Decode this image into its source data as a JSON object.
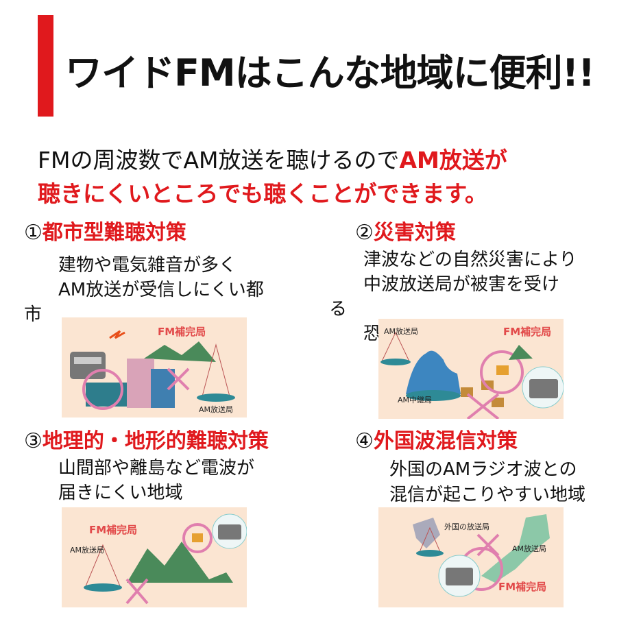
{
  "title": "ワイドFMはこんな地域に便利!!",
  "intro": {
    "line1_plain": "FMの周波数でAM放送を聴けるので",
    "line1_red": "AM放送が",
    "line2_red": "聴きにくいところでも聴くことができます。"
  },
  "sections": [
    {
      "num": "①",
      "heading": "都市型難聴対策",
      "desc": [
        "建物や電気雑音が多く",
        "AM放送が受信しにくい都",
        "市"
      ],
      "labels": {
        "fm": "FM補完局",
        "am": "AM放送局"
      }
    },
    {
      "num": "②",
      "heading": "災害対策",
      "desc": [
        "津波などの自然災害により",
        "中波放送局が被害を受け",
        "る",
        "恐"
      ],
      "labels": {
        "fm": "FM補完局",
        "am": "AM放送局",
        "relay": "AM中継局"
      }
    },
    {
      "num": "③",
      "heading": "地理的・地形的難聴対策",
      "desc": [
        "山間部や離島など電波が",
        "届きにくい地域"
      ],
      "labels": {
        "fm": "FM補完局",
        "am": "AM放送局"
      }
    },
    {
      "num": "④",
      "heading": "外国波混信対策",
      "desc": [
        "外国のAMラジオ波との",
        "混信が起こりやすい地域"
      ],
      "labels": {
        "fm": "FM補完局",
        "am": "AM放送局",
        "foreign": "外国の放送局"
      }
    }
  ],
  "colors": {
    "accent": "#e0191d",
    "illustration_bg": "#fbe5d2"
  }
}
